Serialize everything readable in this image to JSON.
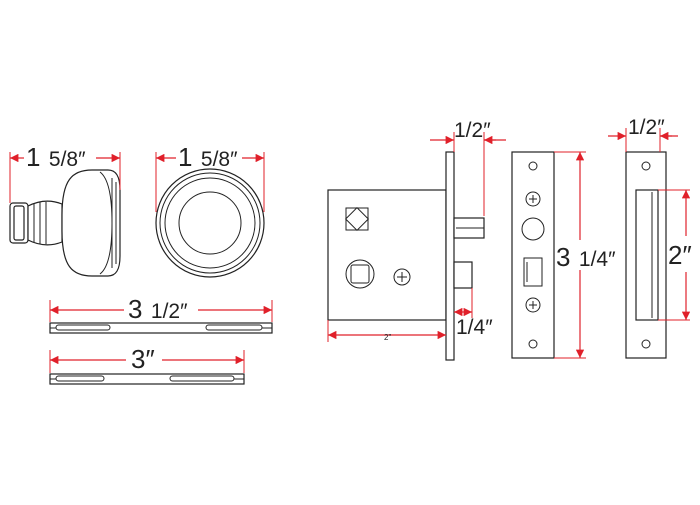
{
  "colors": {
    "dimension": "#e0202a",
    "outline": "#222222",
    "background": "#ffffff"
  },
  "dimensions": {
    "knob_side_width": {
      "whole": "1",
      "fraction": "5/8″"
    },
    "knob_front_diameter": {
      "whole": "1",
      "fraction": "5/8″"
    },
    "spindle_long": {
      "whole": "3",
      "fraction": "1/2″"
    },
    "spindle_short": {
      "whole": "3″"
    },
    "latch_bolt_projection": "1/2″",
    "latch_backset": "2\"",
    "latch_cam_offset": "1/4″",
    "faceplate_height": {
      "whole": "3",
      "fraction": "1/4″"
    },
    "strike_width": "1/2″",
    "strike_lip_height": "2″"
  }
}
